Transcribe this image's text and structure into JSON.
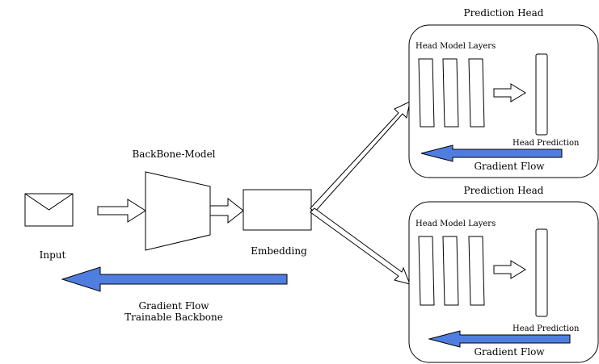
{
  "colors": {
    "gradient_arrow": "#4f7ee0",
    "stroke": "#000000",
    "background": "#ffffff"
  },
  "input": {
    "label": "Input",
    "icon": "envelope-icon"
  },
  "backbone": {
    "label": "BackBone-Model"
  },
  "embedding": {
    "label": "Embedding"
  },
  "main_gradient": {
    "line1": "Gradient Flow",
    "line2": "Trainable Backbone"
  },
  "heads": [
    {
      "title": "Prediction Head",
      "layers_label": "Head Model Layers",
      "prediction_label": "Head Prediction",
      "gradient_label": "Gradient Flow"
    },
    {
      "title": "Prediction Head",
      "layers_label": "Head Model Layers",
      "prediction_label": "Head Prediction",
      "gradient_label": "Gradient Flow"
    }
  ]
}
